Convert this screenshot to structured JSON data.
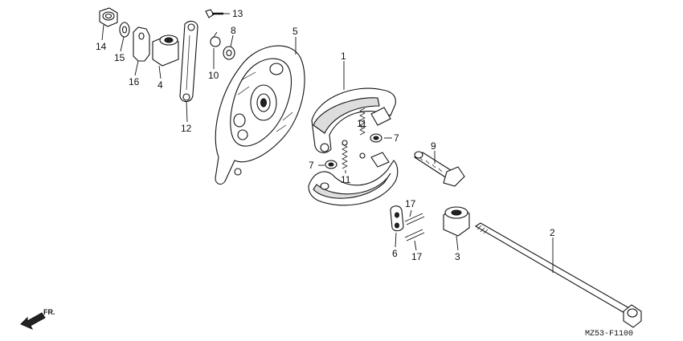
{
  "callouts": {
    "c1": "1",
    "c2": "2",
    "c3": "3",
    "c4": "4",
    "c5": "5",
    "c6": "6",
    "c7a": "7",
    "c7b": "7",
    "c8": "8",
    "c9": "9",
    "c10": "10",
    "c11a": "11",
    "c11b": "11",
    "c12": "12",
    "c13": "13",
    "c14": "14",
    "c15": "15",
    "c16": "16",
    "c17a": "17",
    "c17b": "17"
  },
  "diagram_code": "MZ53-F1100",
  "direction_label": "FR."
}
